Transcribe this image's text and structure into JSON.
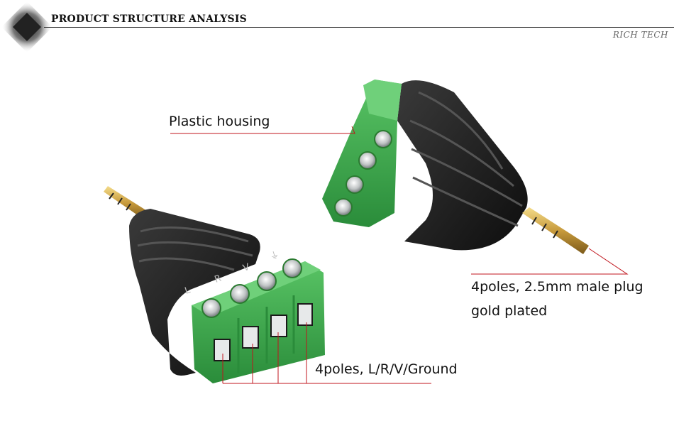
{
  "header": {
    "title": "PRODUCT STRUCTURE ANALYSIS",
    "brand": "RICH TECH"
  },
  "callouts": {
    "housing": "Plastic housing",
    "plug_line1": "4poles, 2.5mm male plug",
    "plug_line2": "gold plated",
    "terminals": "4poles, L/R/V/Ground"
  },
  "terminal_labels": [
    "L",
    "R",
    "V",
    "⏚"
  ],
  "colors": {
    "accent_line": "#c0141c",
    "terminal_green": "#3aa34a",
    "housing_black": "#1c1c1c",
    "plug_gold": "#caa24a"
  }
}
